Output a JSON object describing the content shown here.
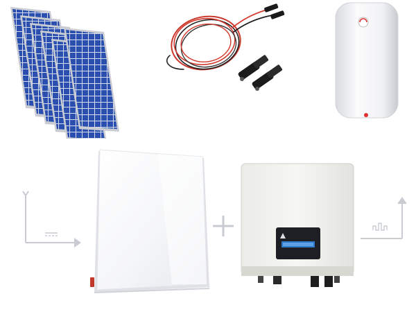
{
  "scene": {
    "background": "#ffffff",
    "arrow_color": "#c8ccd2",
    "items": [
      {
        "name": "solar-panels",
        "icon": "solar-panel-array-icon",
        "count": 6,
        "cell_color": "#1f3f94"
      },
      {
        "name": "mc4-cable-set",
        "icon": "cable-coil-icon",
        "wire_color": "#d3372b"
      },
      {
        "name": "water-heater",
        "icon": "water-boiler-icon",
        "body_color": "#f3f4f6"
      },
      {
        "name": "infrared-heating-panel",
        "icon": "heating-panel-icon",
        "switch_color": "#c0392b"
      },
      {
        "name": "plus-sign",
        "icon": "plus-icon"
      },
      {
        "name": "inverter",
        "icon": "inverter-box-icon",
        "display_color": "#2d78c8"
      }
    ],
    "inverter_brand": "",
    "inverter_lines": [
      "",
      ""
    ]
  }
}
